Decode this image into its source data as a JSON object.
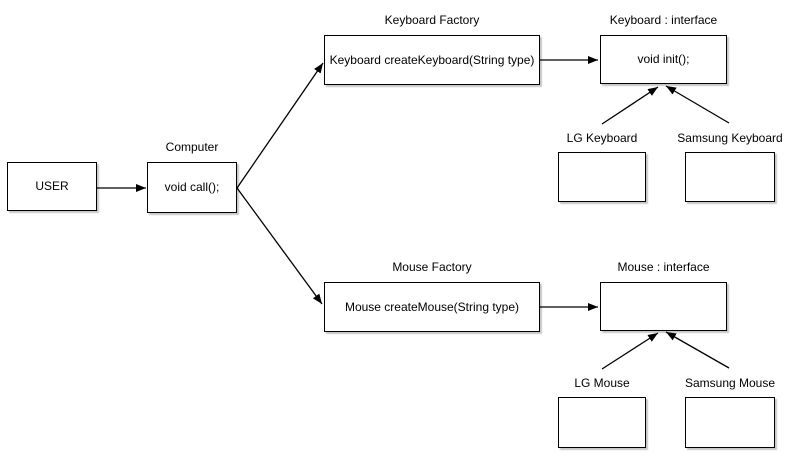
{
  "nodes": {
    "user": {
      "body": "USER"
    },
    "computer": {
      "title": "Computer",
      "body": "void call();"
    },
    "keyboard_factory": {
      "title": "Keyboard Factory",
      "body": "Keyboard createKeyboard(String type)"
    },
    "keyboard_interface": {
      "title": "Keyboard : interface",
      "body": "void init();"
    },
    "lg_keyboard": {
      "title": "LG Keyboard",
      "body": ""
    },
    "samsung_keyboard": {
      "title": "Samsung Keyboard",
      "body": ""
    },
    "mouse_factory": {
      "title": "Mouse Factory",
      "body": "Mouse createMouse(String type)"
    },
    "mouse_interface": {
      "title": "Mouse : interface",
      "body": ""
    },
    "lg_mouse": {
      "title": "LG Mouse",
      "body": ""
    },
    "samsung_mouse": {
      "title": "Samsung Mouse",
      "body": ""
    }
  },
  "colors": {
    "stroke": "#000000",
    "fill": "#ffffff",
    "text": "#000000",
    "background": "#ffffff"
  }
}
